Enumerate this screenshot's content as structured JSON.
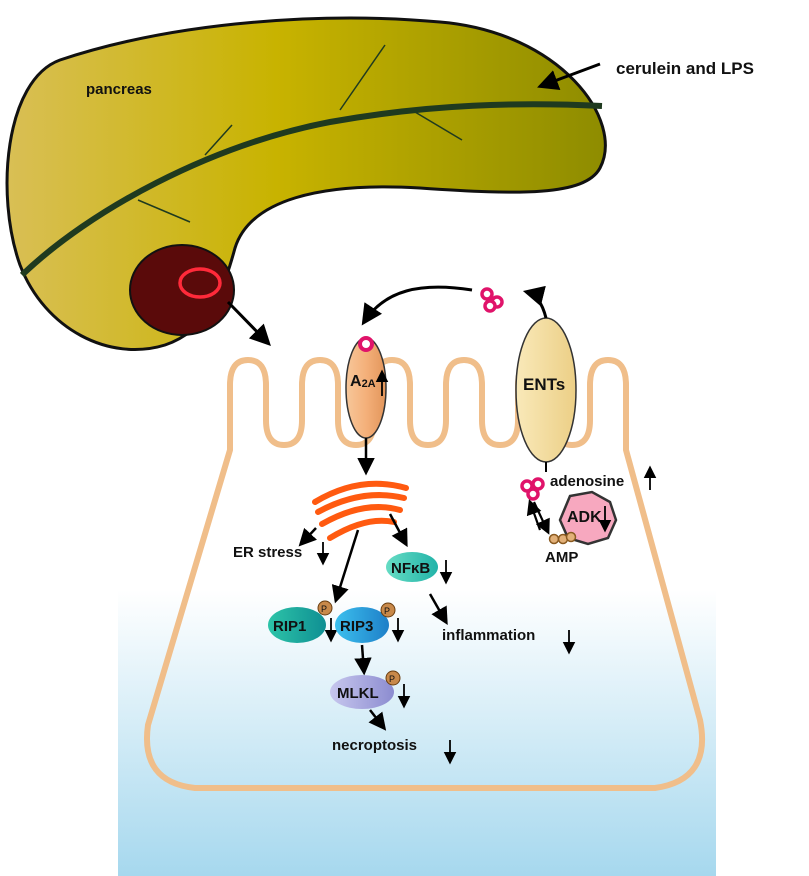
{
  "labels": {
    "pancreas": "pancreas",
    "stimulus": "cerulein and LPS",
    "receptor_main": "A",
    "receptor_sub": "2A",
    "transporter": "ENTs",
    "adenosine": "adenosine",
    "adk": "ADK",
    "amp": "AMP",
    "er_stress": "ER stress",
    "nfkb": "NFκB",
    "inflammation": "inflammation",
    "rip1": "RIP1",
    "rip3": "RIP3",
    "mlkl": "MLKL",
    "necroptosis": "necroptosis",
    "phospho": "P"
  },
  "colors": {
    "pancreas_light": "#e8c84a",
    "pancreas_mid": "#c9b800",
    "pancreas_dark": "#8a8a00",
    "duct": "#1f3a1f",
    "lesion": "#5a0a0a",
    "lesion_ring": "#ff2a3a",
    "membrane": "#f0be8a",
    "receptor": "#f4b07a",
    "ents": "#f6dfa0",
    "adk": "#f7a8bf",
    "er": "#ff5a10",
    "nfkb": "#33c7b5",
    "rip1": "#1ab0a0",
    "rip3": "#2aa9e0",
    "mlkl": "#9a9ad8",
    "phospho": "#c8894a",
    "adenosine_dot": "#e0136a",
    "gradient_bottom": "#a6d8ee"
  }
}
